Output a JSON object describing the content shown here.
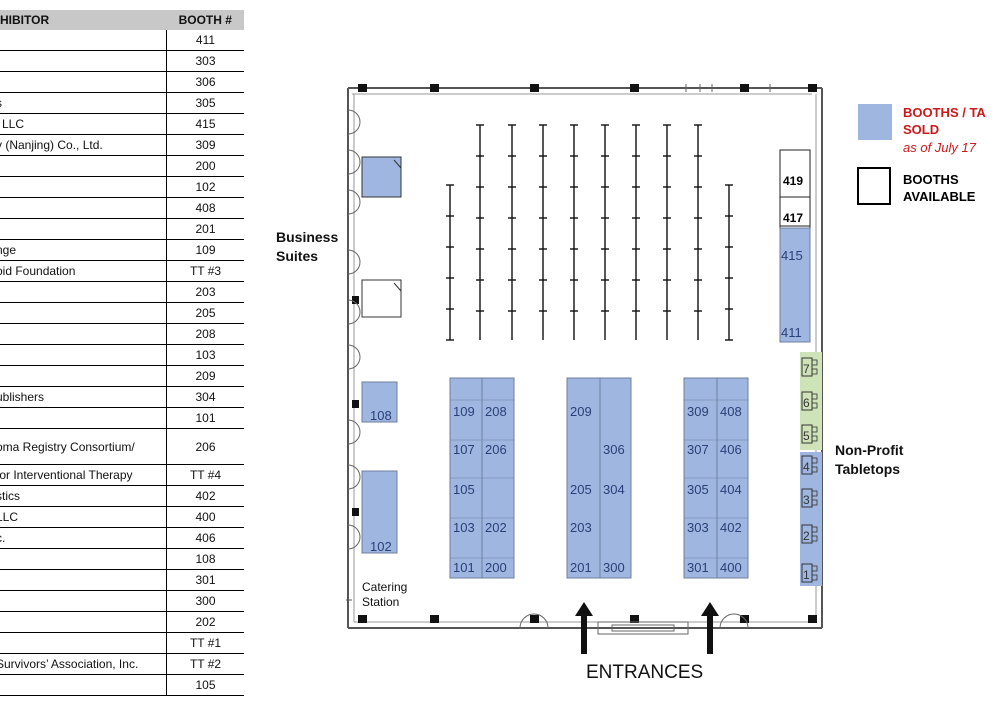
{
  "table": {
    "header": {
      "exhibitor": "HIBITOR",
      "booth": "BOOTH #"
    },
    "rows": [
      {
        "name": "",
        "booth": "411"
      },
      {
        "name": "",
        "booth": "303"
      },
      {
        "name": "",
        "booth": "306"
      },
      {
        "name": "s",
        "booth": "305"
      },
      {
        "name": "l LLC",
        "booth": "415"
      },
      {
        "name": "y (Nanjing) Co., Ltd.",
        "booth": "309"
      },
      {
        "name": "",
        "booth": "200"
      },
      {
        "name": "",
        "booth": "102"
      },
      {
        "name": "",
        "booth": "408"
      },
      {
        "name": "",
        "booth": "201"
      },
      {
        "name": "nge",
        "booth": "109"
      },
      {
        "name": "oid Foundation",
        "booth": "TT #3"
      },
      {
        "name": "",
        "booth": "203"
      },
      {
        "name": "",
        "booth": "205"
      },
      {
        "name": "",
        "booth": "208"
      },
      {
        "name": "",
        "booth": "103"
      },
      {
        "name": "",
        "booth": "209"
      },
      {
        "name": "ublishers",
        "booth": "304"
      },
      {
        "name": "",
        "booth": "101"
      },
      {
        "name": "oma Registry Consortium/",
        "booth": "206",
        "tall": true
      },
      {
        "name": "for Interventional Therapy",
        "booth": "TT #4"
      },
      {
        "name": "stics",
        "booth": "402"
      },
      {
        "name": "LLC",
        "booth": "400"
      },
      {
        "name": "c.",
        "booth": "406"
      },
      {
        "name": "",
        "booth": "108"
      },
      {
        "name": "",
        "booth": "301"
      },
      {
        "name": "",
        "booth": "300"
      },
      {
        "name": "",
        "booth": "202"
      },
      {
        "name": "",
        "booth": "TT #1"
      },
      {
        "name": "Survivors’ Association, Inc.",
        "booth": "TT #2"
      },
      {
        "name": "",
        "booth": "105"
      }
    ]
  },
  "map": {
    "labels": {
      "business_suites_1": "Business",
      "business_suites_2": "Suites",
      "catering_1": "Catering",
      "catering_2": "Station",
      "nonprofit_1": "Non-Profit",
      "nonprofit_2": "Tabletops",
      "entrances": "ENTRANCES"
    },
    "booths": {
      "b108": "108",
      "b102": "102",
      "b109": "109",
      "b208": "208",
      "b107": "107",
      "b206": "206",
      "b105": "105",
      "b103": "103",
      "b202": "202",
      "b101": "101",
      "b200": "200",
      "b209": "209",
      "b306": "306",
      "b205": "205",
      "b304": "304",
      "b203": "203",
      "b201": "201",
      "b300": "300",
      "b309": "309",
      "b408": "408",
      "b307": "307",
      "b406": "406",
      "b305": "305",
      "b404": "404",
      "b303": "303",
      "b402": "402",
      "b301": "301",
      "b400": "400",
      "b419": "419",
      "b417": "417",
      "b415": "415",
      "b411": "411",
      "tt7": "7",
      "tt6": "6",
      "tt5": "5",
      "tt4": "4",
      "tt3": "3",
      "tt2": "2",
      "tt1": "1"
    },
    "colors": {
      "sold": "#9fb7e0",
      "nonprofit": "#cfe3b8",
      "legend_red": "#cc1a1a"
    }
  },
  "legend": {
    "sold_1": "BOOTHS / TA",
    "sold_2": "SOLD",
    "sold_date": "as of July 17",
    "avail_1": "BOOTHS",
    "avail_2": "AVAILABLE"
  }
}
